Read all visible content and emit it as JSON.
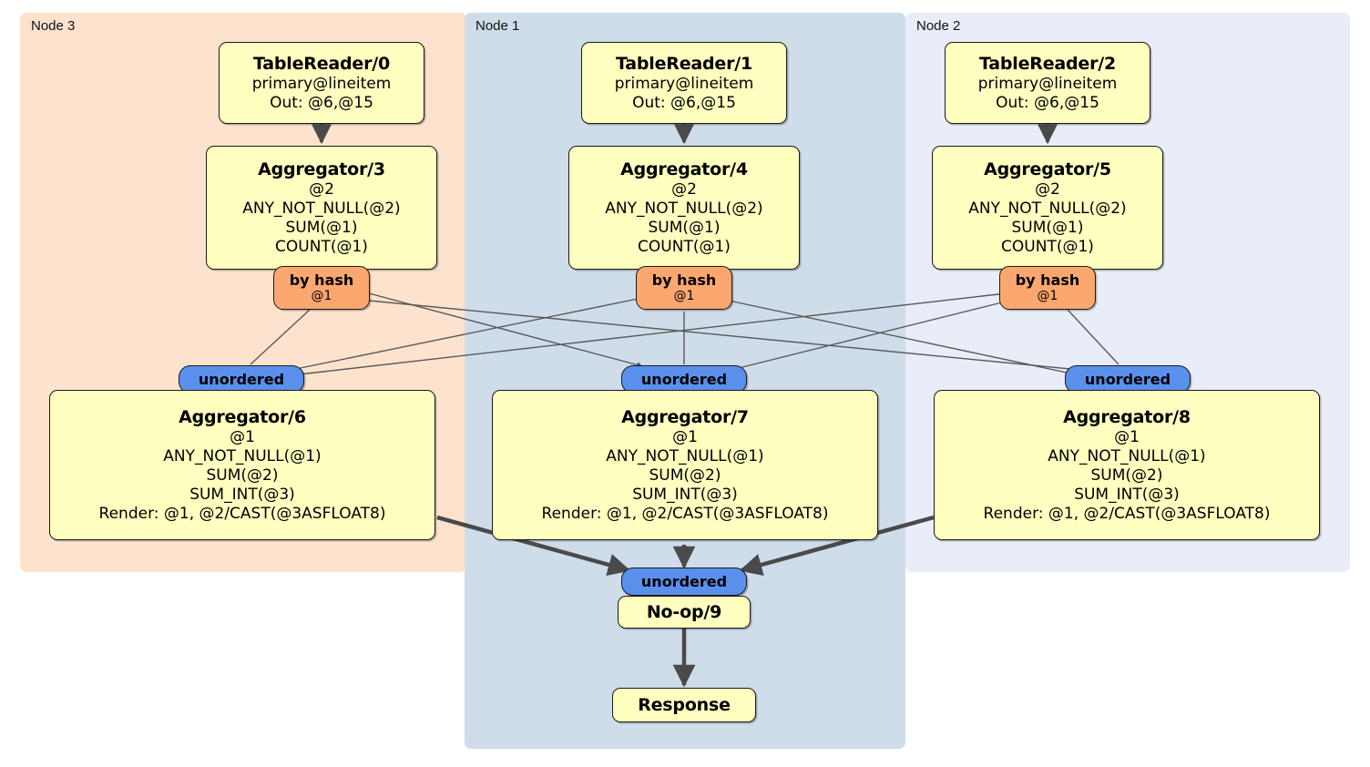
{
  "diagram": {
    "kind": "distributed-query-plan",
    "colors": {
      "node3_panel": "#fde3cd",
      "node1_panel": "#cfdcea",
      "node2_panel": "#e8edf8",
      "processor_fill": "#ffffc0",
      "router_fill": "#fca770",
      "receiver_fill": "#5b8fec",
      "stroke": "#1a1a1a",
      "edge": "#3f3f3f"
    }
  },
  "panels": [
    {
      "id": "node3",
      "label": "Node 3"
    },
    {
      "id": "node1",
      "label": "Node 1"
    },
    {
      "id": "node2",
      "label": "Node 2"
    }
  ],
  "nodes": {
    "tablereader0": {
      "title": "TableReader/0",
      "lines": [
        "primary@lineitem",
        "Out: @6,@15"
      ]
    },
    "tablereader1": {
      "title": "TableReader/1",
      "lines": [
        "primary@lineitem",
        "Out: @6,@15"
      ]
    },
    "tablereader2": {
      "title": "TableReader/2",
      "lines": [
        "primary@lineitem",
        "Out: @6,@15"
      ]
    },
    "aggregator3": {
      "title": "Aggregator/3",
      "lines": [
        "@2",
        "ANY_NOT_NULL(@2)",
        "SUM(@1)",
        "COUNT(@1)"
      ]
    },
    "aggregator4": {
      "title": "Aggregator/4",
      "lines": [
        "@2",
        "ANY_NOT_NULL(@2)",
        "SUM(@1)",
        "COUNT(@1)"
      ]
    },
    "aggregator5": {
      "title": "Aggregator/5",
      "lines": [
        "@2",
        "ANY_NOT_NULL(@2)",
        "SUM(@1)",
        "COUNT(@1)"
      ]
    },
    "aggregator6": {
      "title": "Aggregator/6",
      "lines": [
        "@1",
        "ANY_NOT_NULL(@1)",
        "SUM(@2)",
        "SUM_INT(@3)",
        "Render: @1, @2/CAST(@3ASFLOAT8)"
      ]
    },
    "aggregator7": {
      "title": "Aggregator/7",
      "lines": [
        "@1",
        "ANY_NOT_NULL(@1)",
        "SUM(@2)",
        "SUM_INT(@3)",
        "Render: @1, @2/CAST(@3ASFLOAT8)"
      ]
    },
    "aggregator8": {
      "title": "Aggregator/8",
      "lines": [
        "@1",
        "ANY_NOT_NULL(@1)",
        "SUM(@2)",
        "SUM_INT(@3)",
        "Render: @1, @2/CAST(@3ASFLOAT8)"
      ]
    },
    "router3": {
      "title": "by hash",
      "lines": [
        "@1"
      ]
    },
    "router4": {
      "title": "by hash",
      "lines": [
        "@1"
      ]
    },
    "router5": {
      "title": "by hash",
      "lines": [
        "@1"
      ]
    },
    "recv_left": {
      "title": "unordered"
    },
    "recv_mid": {
      "title": "unordered"
    },
    "recv_right": {
      "title": "unordered"
    },
    "recv_final": {
      "title": "unordered"
    },
    "noop9": {
      "title": "No-op/9"
    },
    "response": {
      "title": "Response"
    }
  }
}
